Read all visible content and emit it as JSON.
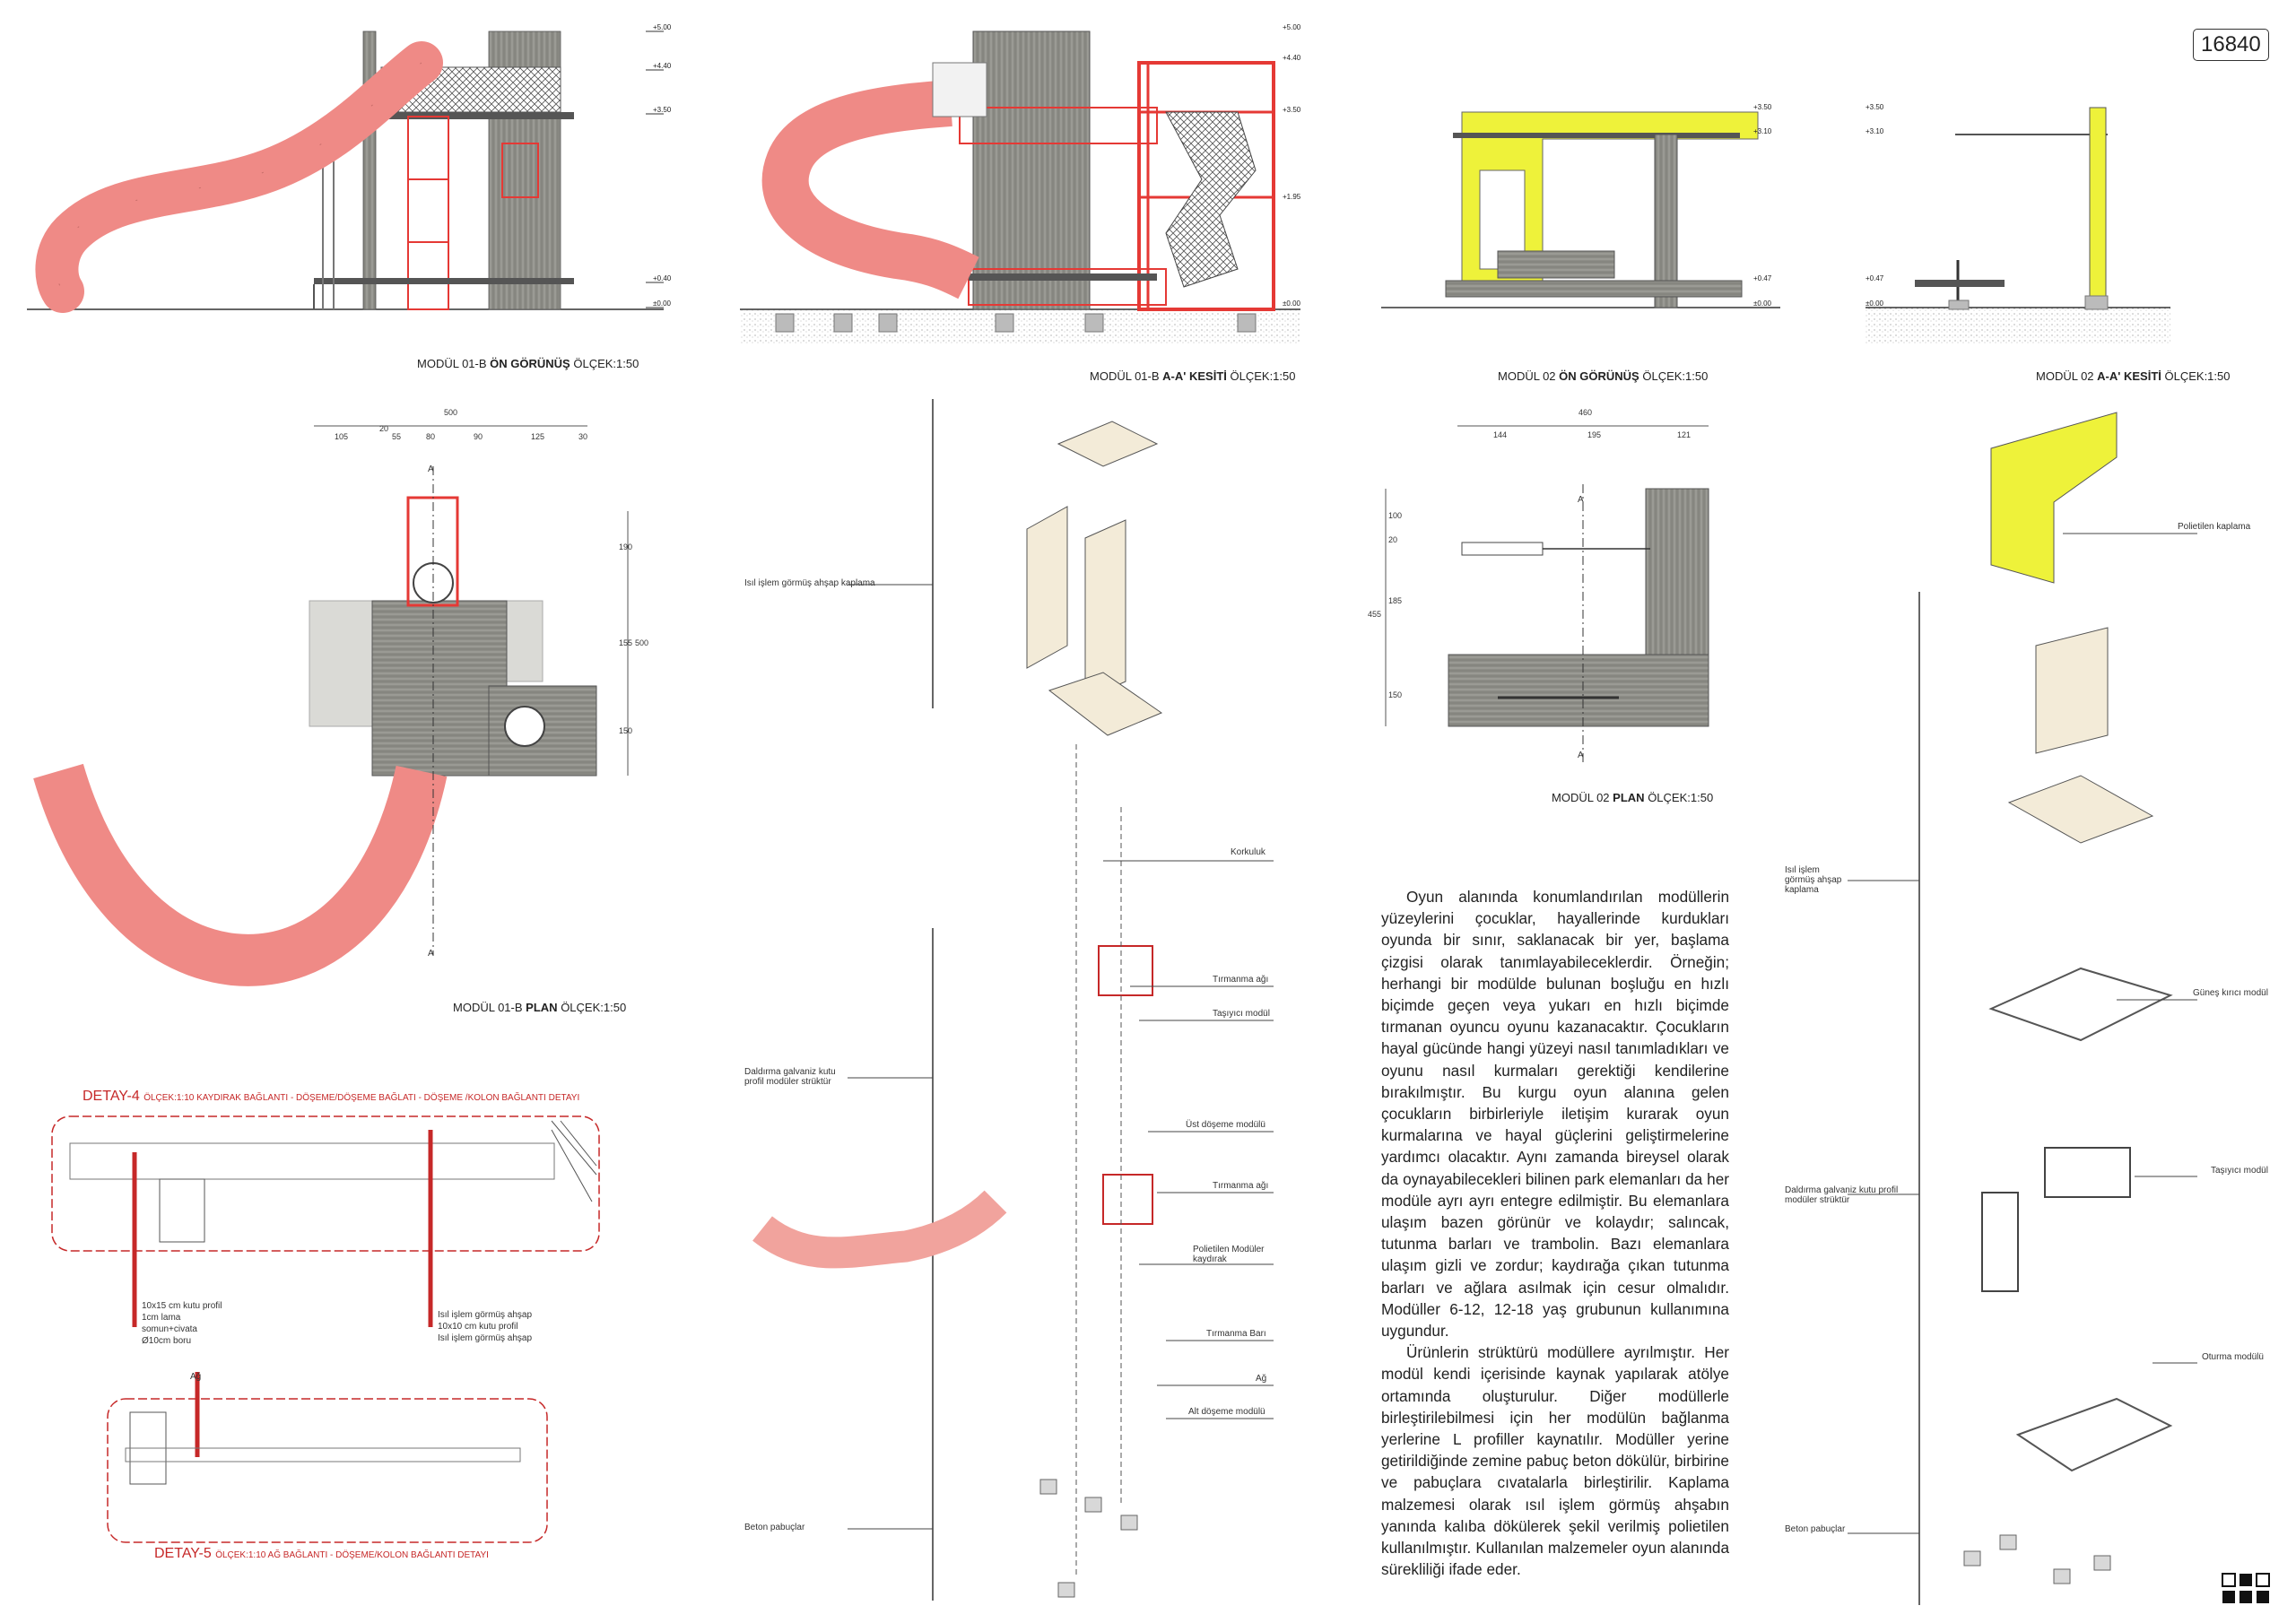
{
  "board_number": "16840",
  "titles": {
    "m01b_front": {
      "prefix": "MODÜL 01-B",
      "bold": "ÖN GÖRÜNÜŞ",
      "scale": "ÖLÇEK:1:50"
    },
    "m01b_section": {
      "prefix": "MODÜL 01-B",
      "bold": "A-A' KESİTİ",
      "scale": "ÖLÇEK:1:50"
    },
    "m02_front": {
      "prefix": "MODÜL 02",
      "bold": "ÖN GÖRÜNÜŞ",
      "scale": "ÖLÇEK:1:50"
    },
    "m02_section": {
      "prefix": "MODÜL 02",
      "bold": "A-A' KESİTİ",
      "scale": "ÖLÇEK:1:50"
    },
    "m01b_plan": {
      "prefix": "MODÜL 01-B",
      "bold": "PLAN",
      "scale": "ÖLÇEK:1:50"
    },
    "m02_plan": {
      "prefix": "MODÜL 02",
      "bold": "PLAN",
      "scale": "ÖLÇEK:1:50"
    }
  },
  "levels": {
    "a": "+5.00",
    "b": "+4.40",
    "c": "+3.50",
    "d": "+0.40",
    "e": "±0.00",
    "f": "+3.10",
    "g": "+1.95",
    "h": "+0.47"
  },
  "dims_m01b": {
    "total": "500",
    "parts": [
      "105",
      "20",
      "55",
      "80",
      "90",
      "125",
      "30"
    ],
    "vertical": [
      "190",
      "155",
      "150"
    ],
    "vtotal": "500"
  },
  "dims_m02": {
    "total": "460",
    "parts": [
      "144",
      "195",
      "121"
    ],
    "vertical": [
      "100",
      "20",
      "185",
      "150"
    ],
    "vtotal": "455"
  },
  "section_marker": "A",
  "details": {
    "d4": {
      "title": "DETAY-4",
      "subtitle": "ÖLÇEK:1:10  KAYDIRAK BAĞLANTI - DÖŞEME/DÖŞEME BAĞLATI - DÖŞEME /KOLON BAĞLANTI DETAYI"
    },
    "d5": {
      "title": "DETAY-5",
      "subtitle": "ÖLÇEK:1:10  AĞ BAĞLANTI - DÖŞEME/KOLON BAĞLANTI DETAYI"
    },
    "note_left": [
      "10x15 cm kutu profil",
      "1cm lama",
      "somun+civata",
      "Ø10cm boru"
    ],
    "note_right": [
      "Isıl işlem görmüş ahşap",
      "10x10 cm kutu profil",
      "Isıl işlem görmüş ahşap"
    ],
    "ag": "Ağ"
  },
  "exploded1": {
    "left_labels": [
      "Isıl işlem görmüş ahşap kaplama",
      "Daldırma galvaniz kutu profil modüler strüktür",
      "Beton pabuçlar"
    ],
    "right_labels": [
      "Korkuluk",
      "Tırmanma ağı",
      "Taşıyıcı modül",
      "Üst döşeme modülü",
      "Tırmanma ağı",
      "Polietilen Modüler kaydırak",
      "Tırmanma Barı",
      "Ağ",
      "Alt döşeme modülü"
    ]
  },
  "exploded2": {
    "left_labels": [
      "Isıl işlem görmüş ahşap kaplama",
      "Daldırma galvaniz kutu profil modüler strüktür",
      "Beton pabuçlar"
    ],
    "right_labels": [
      "Polietilen kaplama",
      "Güneş kırıcı modül",
      "Taşıyıcı modül",
      "Oturma modülü"
    ]
  },
  "text": {
    "p1": "Oyun alanında konumlandırılan modüllerin yüzeylerini çocuklar, hayallerinde kurdukları oyunda bir sınır, saklanacak bir yer, başlama çizgisi olarak tanımlayabileceklerdir. Örneğin; herhangi bir modülde bulunan boşluğu en hızlı biçimde geçen veya yukarı en hızlı biçimde tırmanan oyuncu oyunu kazanacaktır. Çocukların hayal gücünde hangi yüzeyi nasıl tanımladıkları ve oyunu nasıl kurmaları gerektiği kendilerine bırakılmıştır. Bu kurgu oyun alanına gelen çocukların birbirleriyle iletişim kurarak oyun kurmalarına ve hayal güçlerini geliştirmelerine yardımcı olacaktır. Aynı zamanda bireysel olarak da oynayabilecekleri bilinen park elemanları da her modüle ayrı ayrı entegre edilmiştir. Bu elemanlara ulaşım bazen görünür ve kolaydır; salıncak, tutunma barları ve trambolin. Bazı elemanlara ulaşım gizli ve zordur; kaydırağa çıkan tutunma barları ve ağlara asılmak için cesur olmalıdır. Modüller 6-12, 12-18 yaş grubunun kullanımına uygundur.",
    "p2": "Ürünlerin strüktürü modüllere ayrılmıştır. Her modül kendi içerisinde kaynak yapılarak atölye ortamında oluşturulur. Diğer modüllerle birleştirilebilmesi için her modülün bağlanma yerlerine L profiller kaynatılır. Modüller yerine getirildiğinde zemine pabuç beton dökülür, birbirine ve pabuçlara cıvatalarla birleştirilir. Kaplama malzemesi olarak ısıl işlem görmüş ahşabın yanında kalıba dökülerek şekil verilmiş polietilen kullanılmıştır. Kullanılan malzemeler oyun alanında sürekliliği ifade eder."
  },
  "colors": {
    "slide": "#ef8a86",
    "steel": "#e53935",
    "wood": "#8f8f8a",
    "yellow": "#eef23a"
  }
}
